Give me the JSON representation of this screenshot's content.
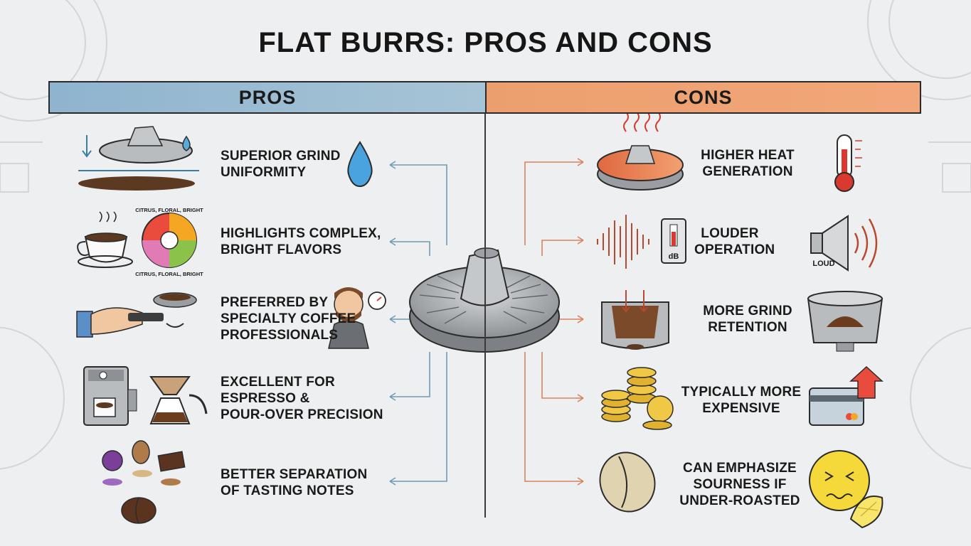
{
  "title": "FLAT BURRS: PROS AND CONS",
  "headers": {
    "pros": "PROS",
    "cons": "CONS"
  },
  "pros": [
    {
      "lines": [
        "SUPERIOR GRIND",
        "UNIFORMITY"
      ],
      "icon": "water-drop-icon"
    },
    {
      "lines": [
        "HIGHLIGHTS COMPLEX,",
        "BRIGHT FLAVORS"
      ],
      "icon": "flavor-wheel-icon"
    },
    {
      "lines": [
        "PREFERRED BY",
        "SPECIALTY COFFEE",
        "PROFESSIONALS"
      ],
      "icon": "barista-icon"
    },
    {
      "lines": [
        "EXCELLENT FOR",
        "ESPRESSO &",
        "POUR-OVER PRECISION"
      ],
      "icon": "espresso-machine-icon"
    },
    {
      "lines": [
        "BETTER SEPARATION",
        "OF TASTING NOTES"
      ],
      "icon": "tasting-notes-icon"
    }
  ],
  "cons": [
    {
      "lines": [
        "HIGHER HEAT",
        "GENERATION"
      ],
      "icon": "thermometer-icon"
    },
    {
      "lines": [
        "LOUDER",
        "OPERATION"
      ],
      "icon": "speaker-icon"
    },
    {
      "lines": [
        "MORE GRIND",
        "RETENTION"
      ],
      "icon": "grinder-chamber-icon"
    },
    {
      "lines": [
        "TYPICALLY MORE",
        "EXPENSIVE"
      ],
      "icon": "credit-card-icon"
    },
    {
      "lines": [
        "CAN EMPHASIZE",
        "SOURNESS IF",
        "UNDER-ROASTED"
      ],
      "icon": "sour-face-icon"
    }
  ],
  "icon_text": {
    "flavor_wheel_top": "CITRUS, FLORAL, BRIGHT",
    "flavor_wheel_bottom": "CITRUS, FLORAL, BRIGHT",
    "decibel": "dB",
    "loud": "LOUD"
  },
  "colors": {
    "pros_header": "#8fb4cf",
    "cons_header": "#ec9f6e",
    "pros_arrow": "#6f9bb3",
    "cons_arrow": "#d9825a"
  }
}
